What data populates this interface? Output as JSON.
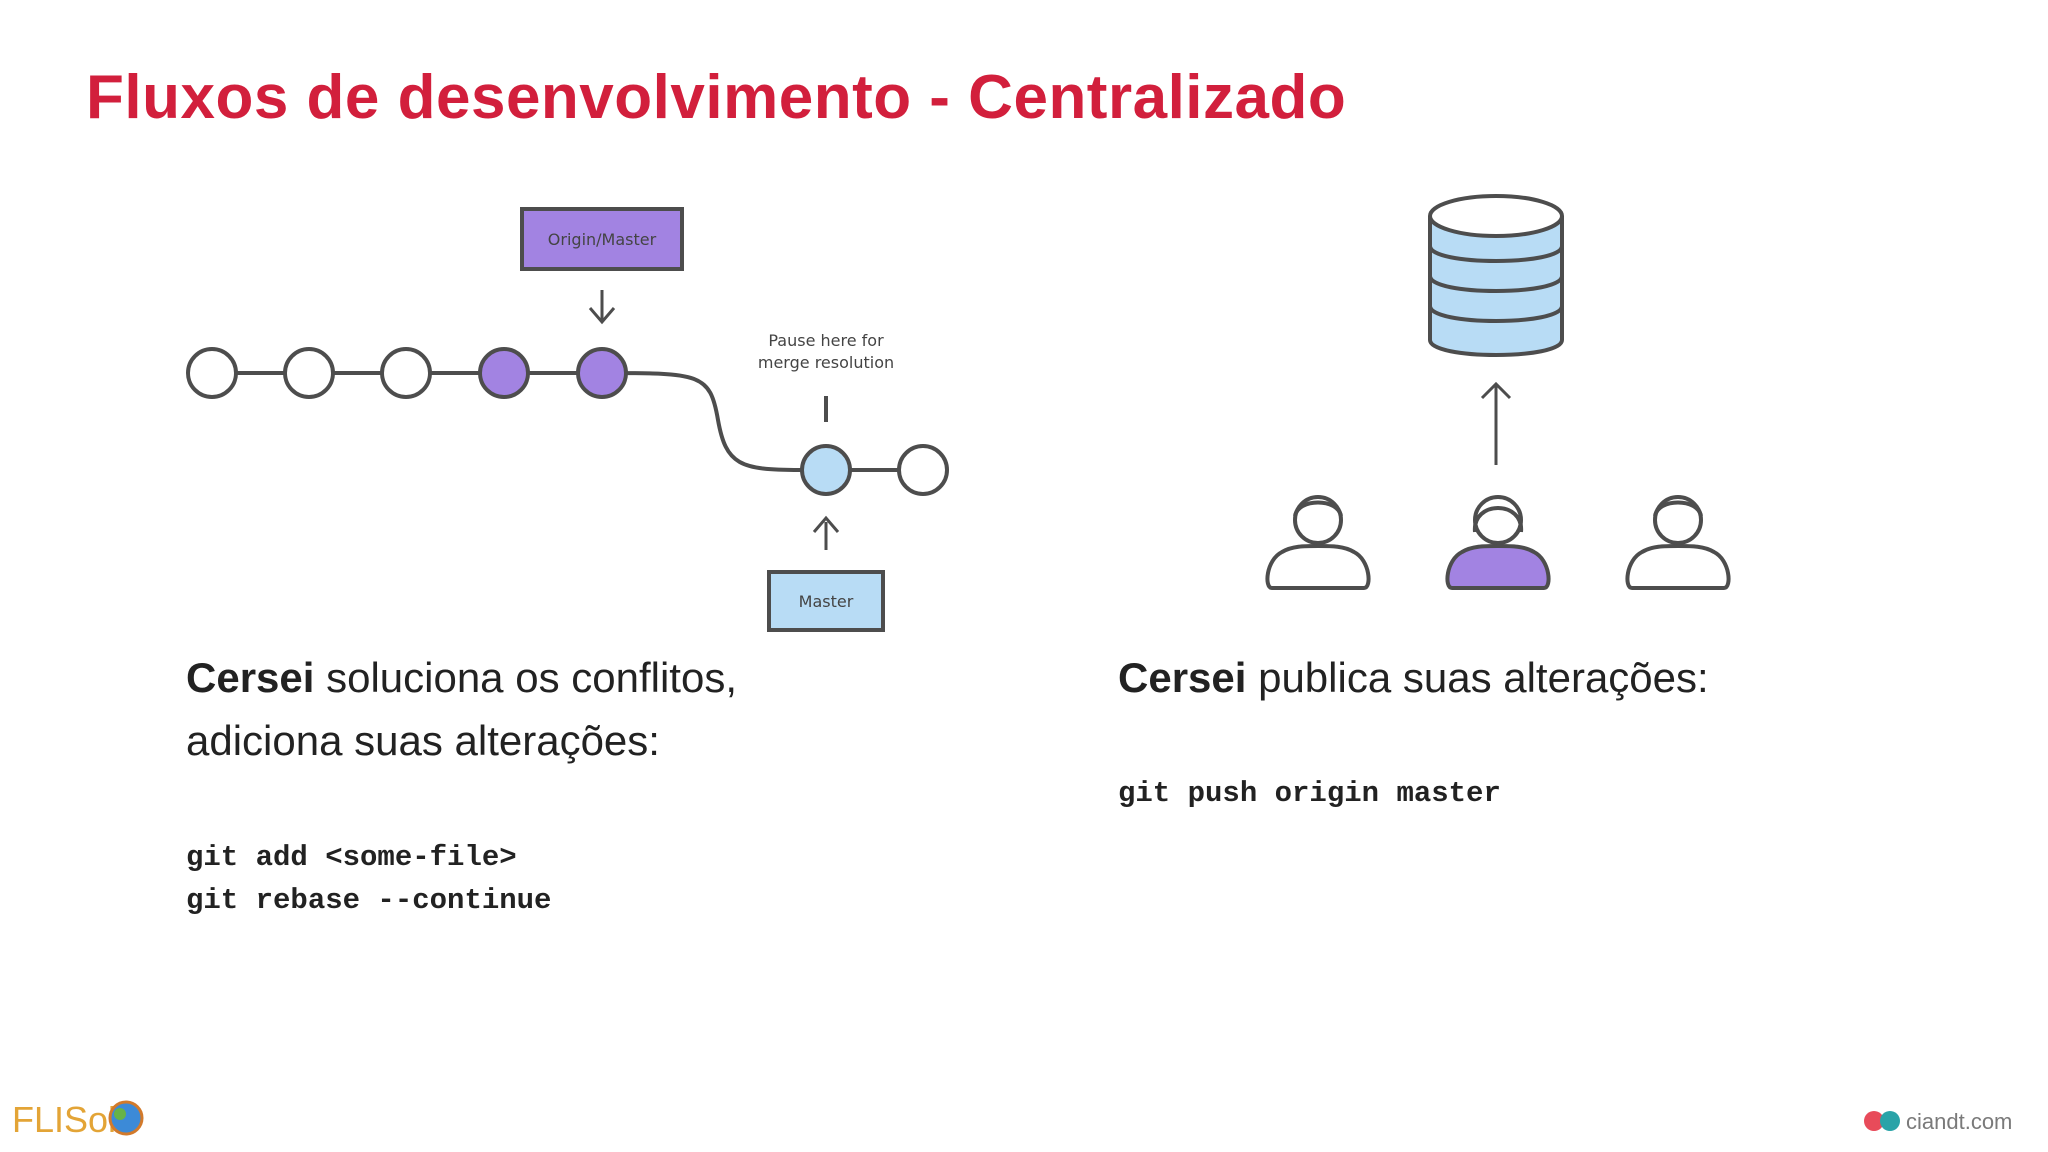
{
  "slide": {
    "title": "Fluxos de desenvolvimento - Centralizado",
    "title_color": "#d21f3c"
  },
  "left_panel": {
    "diagram": {
      "origin_label": "Origin/Master",
      "master_label": "Master",
      "pause_note_line1": "Pause here for",
      "pause_note_line2": "merge resolution",
      "colors": {
        "purple": "#a283e2",
        "blue": "#b8dcf5",
        "outline": "#4d4d4d"
      }
    },
    "caption_bold": "Cersei",
    "caption_rest_line1": " soluciona os conflitos,",
    "caption_line2": "adiciona suas alterações:",
    "code_lines": [
      "git add <some-file>",
      "git rebase --continue"
    ]
  },
  "right_panel": {
    "caption_bold": "Cersei",
    "caption_rest": " publica suas alterações:",
    "code_lines": [
      "git push origin master"
    ],
    "icons": [
      "database-icon",
      "arrow-up-icon",
      "user-icon",
      "user-icon-highlighted",
      "user-icon"
    ]
  },
  "footer": {
    "left_logo_text": "FLISol",
    "right_logo_text": "ciandt.com"
  }
}
